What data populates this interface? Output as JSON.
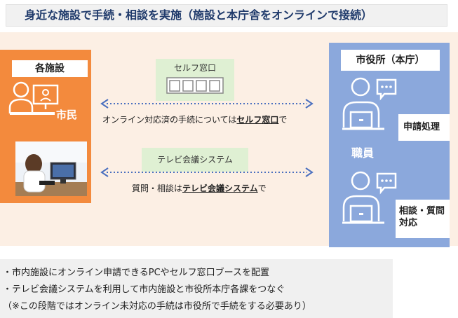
{
  "title": "身近な施設で手続・相談を実施（施設と本庁舎をオンラインで接続）",
  "left": {
    "label": "各施設",
    "person_label": "市民"
  },
  "right": {
    "label": "市役所（本庁）",
    "staff_label": "職員",
    "task_top": "申請処理",
    "task_bottom_line1": "相談・質問",
    "task_bottom_line2": "対応"
  },
  "self_window": {
    "label": "セルフ窓口",
    "text_before": "オンライン対応済の手続については",
    "text_highlight": "セルフ窓口",
    "text_after": "で"
  },
  "video_conf": {
    "label": "テレビ会議システム",
    "text_before": "質問・相談は",
    "text_highlight": "テレビ会議システム",
    "text_after": "で"
  },
  "notes": [
    "・市内施設にオンライン申請できるPCやセルフ窓口ブースを配置",
    "・テレビ会議システムを利用して市内施設と市役所本庁各課をつなぐ",
    "（※この段階ではオンライン未対応の手続は市役所で手続をする必要あり）"
  ],
  "colors": {
    "orange": "#f38a3d",
    "blue_panel": "#8ba8dc",
    "arrow_blue": "#4a6fbf",
    "peach": "#fcefe4",
    "green": "#dff0d3",
    "title_text": "#1f3a6b"
  },
  "icons": [
    "citizen-pc-icon",
    "photo-person-at-pc",
    "kiosk-icon",
    "staff-chat-icon"
  ]
}
